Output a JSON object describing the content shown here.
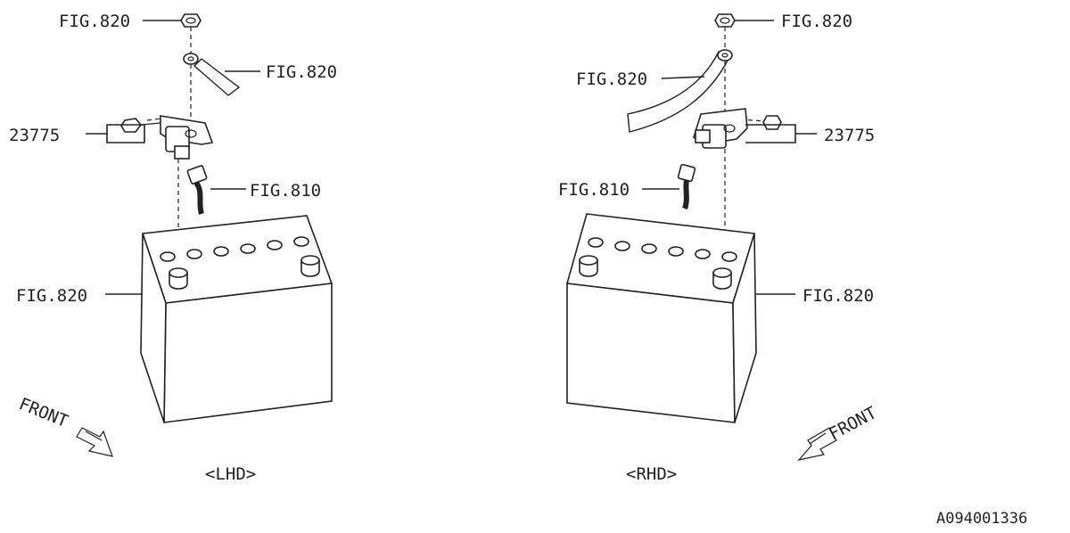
{
  "lhd": {
    "caption": "<LHD>",
    "nut_ref": "FIG.820",
    "cable_ref": "FIG.820",
    "terminal_part": "23775",
    "harness_ref": "FIG.810",
    "battery_ref": "FIG.820",
    "front_label": "FRONT"
  },
  "rhd": {
    "caption": "<RHD>",
    "nut_ref": "FIG.820",
    "cable_ref": "FIG.820",
    "terminal_part": "23775",
    "harness_ref": "FIG.810",
    "battery_ref": "FIG.820",
    "front_label": "FRONT"
  },
  "drawing_id": "A094001336"
}
